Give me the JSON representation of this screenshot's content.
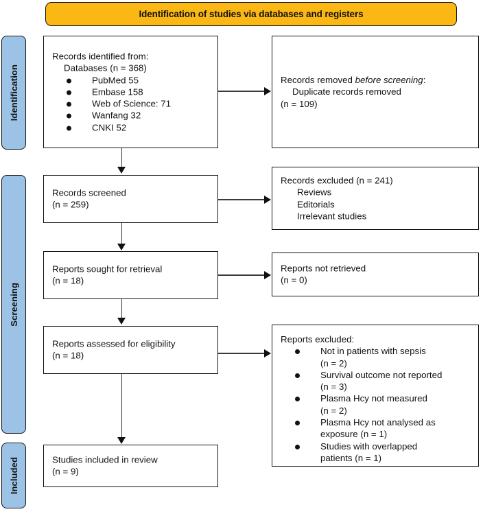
{
  "banner": {
    "title": "Identification of studies via databases and registers",
    "color": "#FBB713"
  },
  "phases": {
    "color": "#9CC3E5",
    "identification": "Identification",
    "screening": "Screening",
    "included": "Included"
  },
  "boxes": {
    "records_identified": {
      "heading": "Records identified from:",
      "subheading": "Databases (n = 368)",
      "sources": [
        "PubMed 55",
        "Embase 158",
        "Web of Science: 71",
        "Wanfang 32",
        "CNKI 52"
      ]
    },
    "records_removed": {
      "heading_prefix": "Records removed ",
      "heading_italic": "before screening",
      "heading_suffix": ":",
      "detail": "Duplicate records removed",
      "count": "(n = 109)"
    },
    "records_screened": {
      "label": "Records screened",
      "count": "(n = 259)"
    },
    "records_excluded": {
      "label": "Records excluded (n = 241)",
      "reasons": [
        "Reviews",
        "Editorials",
        "Irrelevant studies"
      ]
    },
    "reports_sought": {
      "label": "Reports sought for retrieval",
      "count": "(n = 18)"
    },
    "reports_not_retrieved": {
      "label": "Reports not retrieved",
      "count": "(n = 0)"
    },
    "reports_assessed": {
      "label": "Reports assessed for eligibility",
      "count": "(n = 18)"
    },
    "reports_excluded": {
      "heading": "Reports excluded:",
      "reasons": [
        {
          "text": "Not in patients with sepsis",
          "count": "(n = 2)"
        },
        {
          "text": "Survival outcome not reported",
          "count": "(n = 3)"
        },
        {
          "text": "Plasma Hcy not measured",
          "count": "(n = 2)"
        },
        {
          "text": "Plasma Hcy not analysed as",
          "count": "exposure (n = 1)"
        },
        {
          "text": "Studies with overlapped",
          "count": "patients (n = 1)"
        }
      ]
    },
    "studies_included": {
      "label": "Studies included in review",
      "count": "(n = 9)"
    }
  }
}
